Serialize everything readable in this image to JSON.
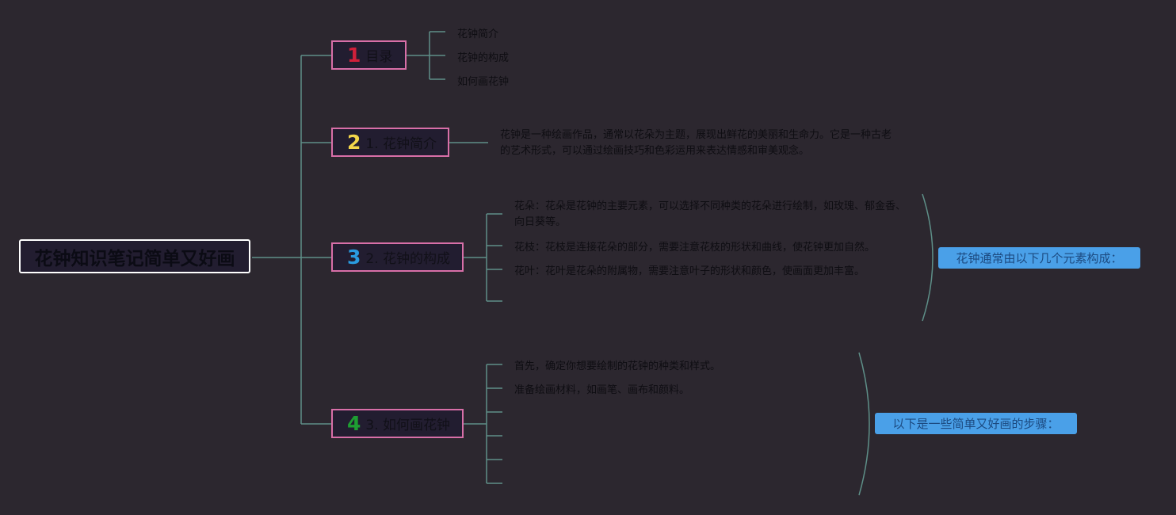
{
  "root": {
    "title": "花钟知识笔记简单又好画"
  },
  "branches": [
    {
      "number": "1",
      "number_color": "#d0203a",
      "label": "目录",
      "items": [
        "花钟简介",
        "花钟的构成",
        "如何画花钟"
      ]
    },
    {
      "number": "2",
      "number_color": "#f3d64a",
      "label": "1. 花钟简介",
      "text": "花钟是一种绘画作品，通常以花朵为主题，展现出鲜花的美丽和生命力。它是一种古老的艺术形式，可以通过绘画技巧和色彩运用来表达情感和审美观念。"
    },
    {
      "number": "3",
      "number_color": "#2a9be0",
      "label": "2. 花钟的构成",
      "items": [
        "花朵：花朵是花钟的主要元素，可以选择不同种类的花朵进行绘制，如玫瑰、郁金香、向日葵等。",
        "花枝：花枝是连接花朵的部分，需要注意花枝的形状和曲线，使花钟更加自然。",
        "花叶：花叶是花朵的附属物，需要注意叶子的形状和颜色，使画面更加丰富。"
      ],
      "summary": "花钟通常由以下几个元素构成："
    },
    {
      "number": "4",
      "number_color": "#1e9e32",
      "label": "3. 如何画花钟",
      "items": [
        "首先，确定你想要绘制的花钟的种类和样式。",
        "准备绘画材料，如画笔、画布和颜料。"
      ],
      "summary": "以下是一些简单又好画的步骤："
    }
  ],
  "colors": {
    "background": "#2c272f",
    "connector": "#5e8f88",
    "branch_border": "#d86fa8",
    "summary_fill": "#4aa0e8"
  }
}
